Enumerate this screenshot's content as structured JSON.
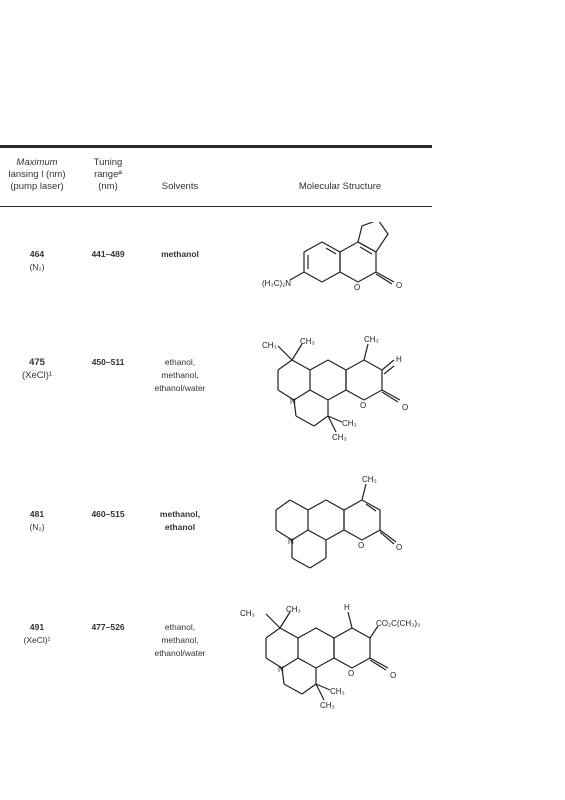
{
  "headers": {
    "max_line1": "Maximum",
    "max_line2": "lansing l (nm)",
    "max_line3": "(pump laser)",
    "tune_line1": "Tuning",
    "tune_line2": "rangeª",
    "tune_line3": "(nm)",
    "solvents": "Solvents",
    "structure": "Molecular Structure"
  },
  "rows": [
    {
      "lasing": "464",
      "pump": "(N₂)",
      "range": "441–489",
      "solvents": [
        "methanol"
      ],
      "labels": [
        "(H₃C)₂N",
        "O",
        "O"
      ]
    },
    {
      "lasing": "475",
      "pump": "(XeCl)¹",
      "range": "450–511",
      "solvents": [
        "ethanol,",
        "methanol,",
        "ethanol/water"
      ],
      "labels": [
        "CH₃",
        "CH₃",
        "CH₃",
        "H",
        "N",
        "O",
        "O",
        "CH₃",
        "CH₃"
      ]
    },
    {
      "lasing": "481",
      "pump": "(N₂)",
      "range": "460–515",
      "solvents": [
        "methanol,",
        "ethanol"
      ],
      "labels": [
        "CH₃",
        "N",
        "O",
        "O"
      ]
    },
    {
      "lasing": "491",
      "pump": "(XeCl)¹",
      "range": "477–526",
      "solvents": [
        "ethanol,",
        "methanol,",
        "ethanol/water"
      ],
      "labels": [
        "CH₃",
        "CH₃",
        "H",
        "CO₂C(CH₃)₃",
        "N",
        "O",
        "O",
        "CH₃",
        "CH₃"
      ]
    }
  ]
}
